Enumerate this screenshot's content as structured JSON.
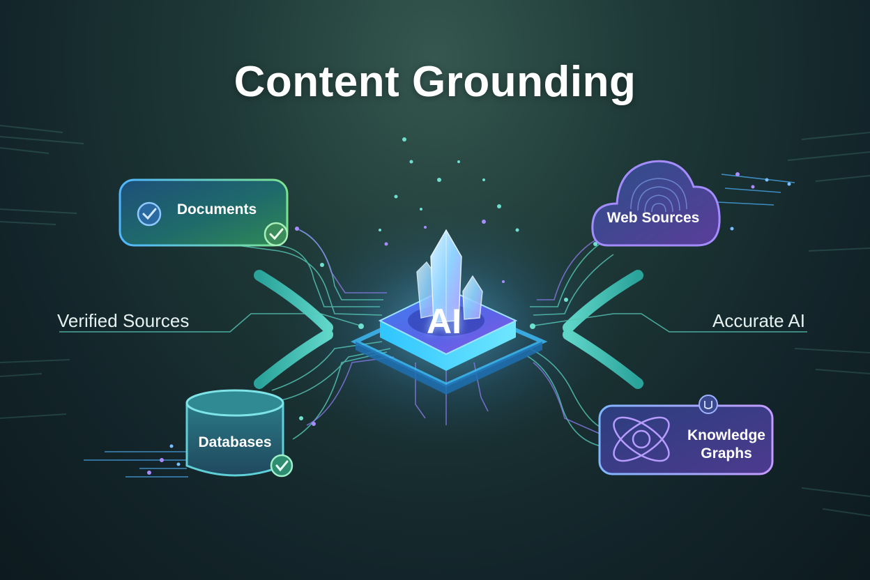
{
  "title": "Content Grounding",
  "center": {
    "label": "AI"
  },
  "side_labels": {
    "left": "Verified Sources",
    "right": "Accurate AI"
  },
  "nodes": {
    "documents": "Documents",
    "web_sources": "Web Sources",
    "databases": "Databases",
    "knowledge_graphs": "Knowledge Graphs"
  },
  "colors": {
    "accent_teal": "#3fd0b8",
    "accent_green": "#6bd88a",
    "accent_purple": "#9a7cf0",
    "accent_blue": "#4fb6ff"
  }
}
